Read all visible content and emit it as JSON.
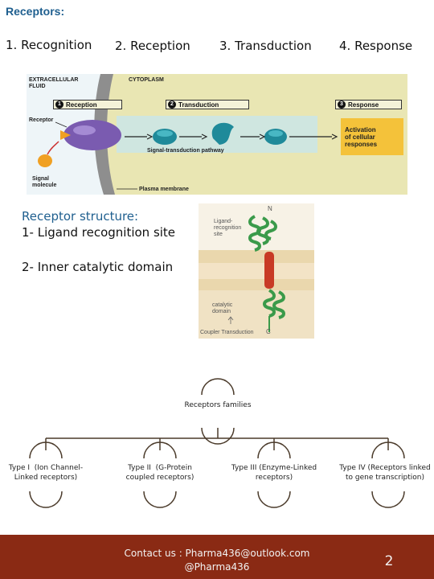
{
  "heading": "Receptors:",
  "steps": [
    "1. Recognition",
    "2.  Reception",
    "3.  Transduction",
    "4.  Response"
  ],
  "pathway_figure": {
    "extracellular": "EXTRACELLULAR\nFLUID",
    "cytoplasm": "CYTOPLASM",
    "boxes": [
      {
        "num": "1",
        "label": "Reception"
      },
      {
        "num": "2",
        "label": "Transduction"
      },
      {
        "num": "3",
        "label": "Response"
      }
    ],
    "receptor": "Receptor",
    "signal_molecule": "Signal\nmolecule",
    "pathway": "Signal-transduction pathway",
    "plasma_membrane": "Plasma membrane",
    "activation": "Activation\nof cellular\nresponses"
  },
  "receptor_structure": {
    "title": "Receptor structure:",
    "item1": "1- Ligand recognition site",
    "item2": "2-  Inner catalytic domain"
  },
  "structure_figure": {
    "n_label": "N",
    "c_label": "C",
    "ligand_label": "Ligand-\nrecognition\nsite",
    "catalytic_label": "catalytic\ndomain",
    "coupler_label": "Coupler Transduction"
  },
  "org_chart": {
    "root": "Receptors families",
    "children": [
      "Type I  (Ion Channel-\nLinked receptors)",
      "Type II  (G-Protein\ncoupled receptors)",
      "Type III (Enzyme-Linked\nreceptors)",
      "Type IV (Receptors linked\nto gene transcription)"
    ]
  },
  "footer": {
    "contact": "Contact us : Pharma436@outlook.com\n@Pharma436",
    "page_number": "2"
  },
  "colors": {
    "heading": "#1f5f8f",
    "footer_bg": "#8a2a14",
    "figure_bg": "#e9e6b3",
    "pathway_box": "#cfe6e0",
    "response_box": "#f4c23a"
  }
}
